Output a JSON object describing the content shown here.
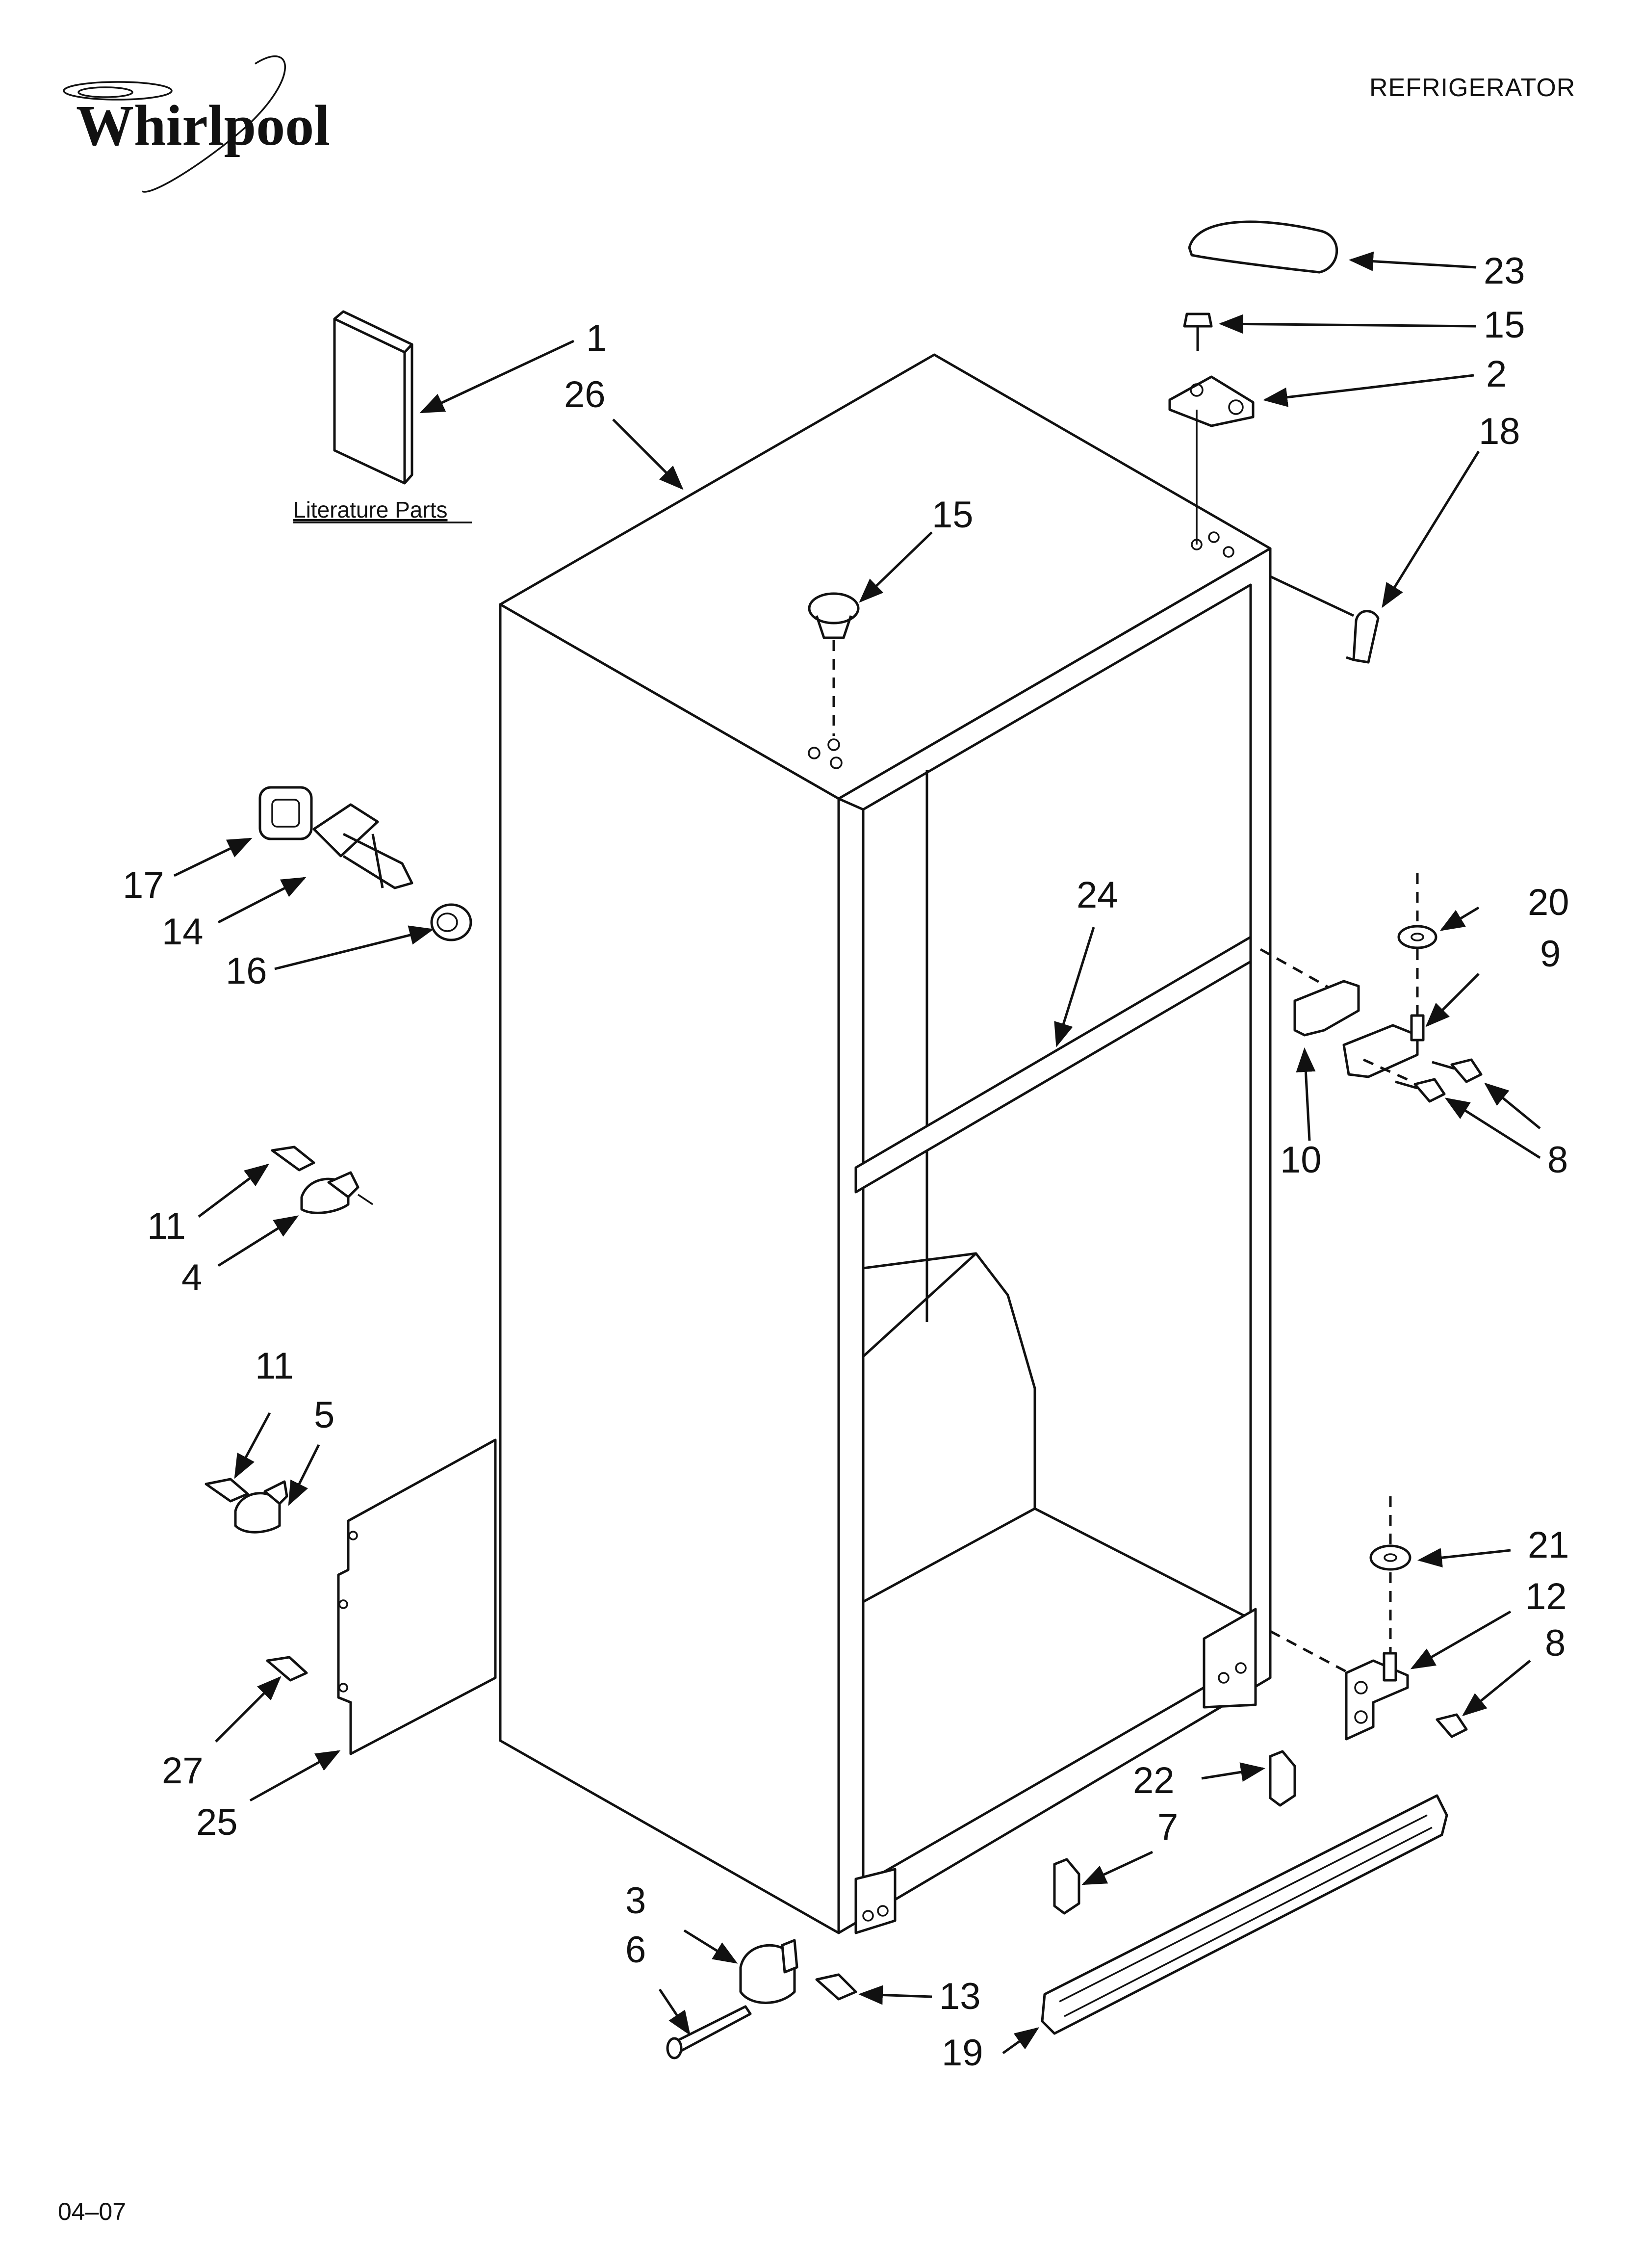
{
  "header": {
    "brand": "Whirlpool",
    "title": "REFRIGERATOR",
    "date": "04–07"
  },
  "literature_label": "Literature Parts",
  "callouts": [
    {
      "id": "c1",
      "text": "1"
    },
    {
      "id": "c26",
      "text": "26"
    },
    {
      "id": "c23",
      "text": "23"
    },
    {
      "id": "c15a",
      "text": "15"
    },
    {
      "id": "c2",
      "text": "2"
    },
    {
      "id": "c18",
      "text": "18"
    },
    {
      "id": "c15b",
      "text": "15"
    },
    {
      "id": "c17",
      "text": "17"
    },
    {
      "id": "c14",
      "text": "14"
    },
    {
      "id": "c16",
      "text": "16"
    },
    {
      "id": "c24",
      "text": "24"
    },
    {
      "id": "c20",
      "text": "20"
    },
    {
      "id": "c9",
      "text": "9"
    },
    {
      "id": "c10",
      "text": "10"
    },
    {
      "id": "c8a",
      "text": "8"
    },
    {
      "id": "c11a",
      "text": "11"
    },
    {
      "id": "c4",
      "text": "4"
    },
    {
      "id": "c11b",
      "text": "11"
    },
    {
      "id": "c5",
      "text": "5"
    },
    {
      "id": "c21",
      "text": "21"
    },
    {
      "id": "c12",
      "text": "12"
    },
    {
      "id": "c8b",
      "text": "8"
    },
    {
      "id": "c27",
      "text": "27"
    },
    {
      "id": "c25",
      "text": "25"
    },
    {
      "id": "c22",
      "text": "22"
    },
    {
      "id": "c7",
      "text": "7"
    },
    {
      "id": "c3",
      "text": "3"
    },
    {
      "id": "c6",
      "text": "6"
    },
    {
      "id": "c13",
      "text": "13"
    },
    {
      "id": "c19",
      "text": "19"
    }
  ]
}
